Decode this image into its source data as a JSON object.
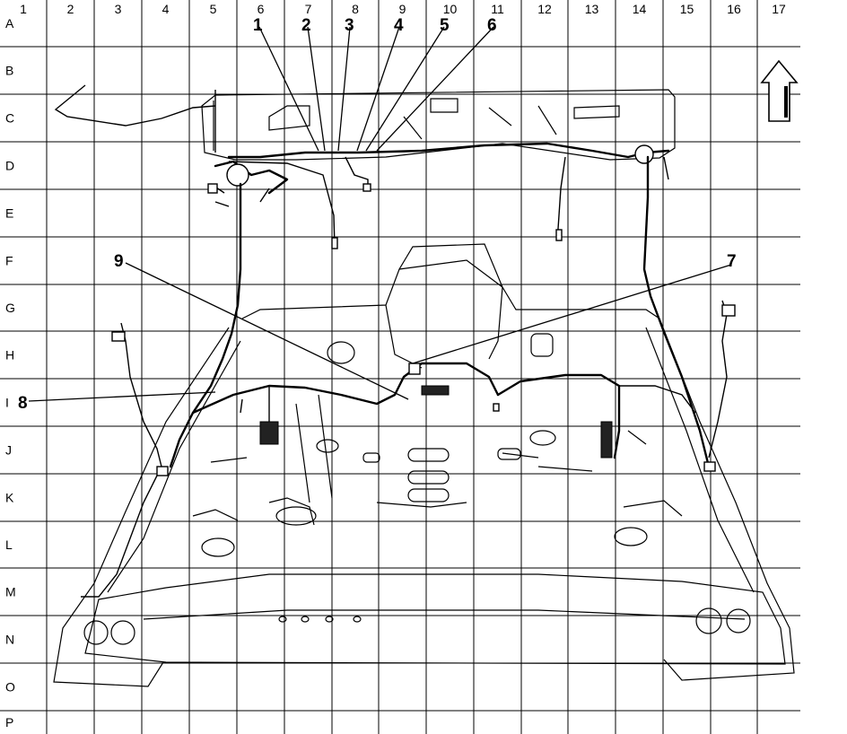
{
  "grid": {
    "columns": [
      "1",
      "2",
      "3",
      "4",
      "5",
      "6",
      "7",
      "8",
      "9",
      "10",
      "11",
      "12",
      "13",
      "14",
      "15",
      "16",
      "17"
    ],
    "rows": [
      "A",
      "B",
      "C",
      "D",
      "E",
      "F",
      "G",
      "H",
      "I",
      "J",
      "K",
      "L",
      "M",
      "N",
      "O",
      "P"
    ]
  },
  "callouts": [
    {
      "id": "1",
      "label": "1"
    },
    {
      "id": "2",
      "label": "2"
    },
    {
      "id": "3",
      "label": "3"
    },
    {
      "id": "4",
      "label": "4"
    },
    {
      "id": "5",
      "label": "5"
    },
    {
      "id": "6",
      "label": "6"
    },
    {
      "id": "7",
      "label": "7"
    },
    {
      "id": "8",
      "label": "8"
    },
    {
      "id": "9",
      "label": "9"
    }
  ],
  "icons": {
    "direction": "up-arrow-icon"
  },
  "colors": {
    "ink": "#000000",
    "paper": "#ffffff"
  }
}
